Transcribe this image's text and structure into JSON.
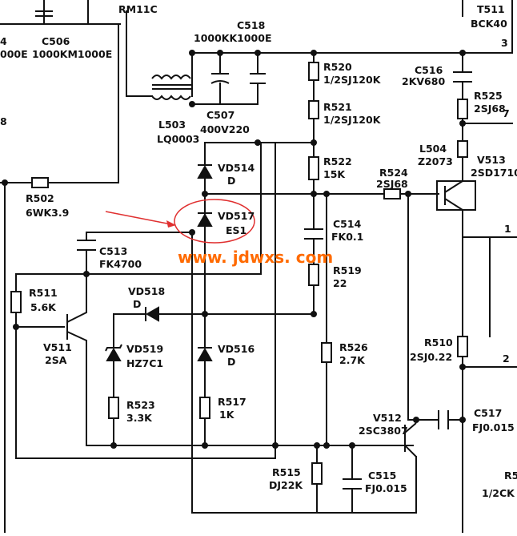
{
  "colors": {
    "ink": "#111111",
    "annotation": "#e03030",
    "watermark": "#ff6a00"
  },
  "watermark": "www. jdwxs. com",
  "labels": {
    "rm": "RM11C",
    "c518": "C518",
    "c518_val": "1000KK1000E",
    "c506": "C506",
    "c506_val": "1000KM1000E",
    "left_top_frag": "4",
    "left_top_frag2": "000E",
    "left_mid_frag": "8",
    "t511": "T511",
    "t511_val": "BCK40",
    "pin3": "3",
    "pin7": "7",
    "pin1": "1",
    "pin2": "2",
    "r520": "R520",
    "r520_val": "1/2SJ120K",
    "r521": "R521",
    "r521_val": "1/2SJ120K",
    "c516": "C516",
    "c516_val": "2KV680",
    "r525": "R525",
    "r525_val": "2SJ68",
    "c507": "C507",
    "c507_val": "400V220",
    "l503": "L503",
    "l503_val": "LQ0003",
    "l504": "L504",
    "l504_val": "Z2073",
    "v513": "V513",
    "v513_val": "2SD1710",
    "vd514": "VD514",
    "vd514_val": "D",
    "r522": "R522",
    "r522_val": "15K",
    "r524": "R524",
    "r524_val": "2SJ68",
    "r502": "R502",
    "r502_val": "6WK3.9",
    "vd517": "VD517",
    "vd517_val": "ES1",
    "c514": "C514",
    "c514_val": "FK0.1",
    "c513": "C513",
    "c513_val": "FK4700",
    "r519": "R519",
    "r519_val": "22",
    "r511": "R511",
    "r511_val": "5.6K",
    "vd518": "VD518",
    "vd518_val": "D",
    "v511": "V511",
    "v511_val": "2SA",
    "vd519": "VD519",
    "vd519_val": "HZ7C1",
    "vd516": "VD516",
    "vd516_val": "D",
    "r526": "R526",
    "r526_val": "2.7K",
    "r510": "R510",
    "r510_val": "2SJ0.22",
    "r523": "R523",
    "r523_val": "3.3K",
    "r517": "R517",
    "r517_val": "1K",
    "v512": "V512",
    "v512_val": "2SC3807",
    "c517": "C517",
    "c517_val": "FJ0.015",
    "r515": "R515",
    "r515_val": "DJ22K",
    "c515": "C515",
    "c515_val": "FJ0.015",
    "r5x": "R5",
    "r5x_val": "1/2CK"
  }
}
